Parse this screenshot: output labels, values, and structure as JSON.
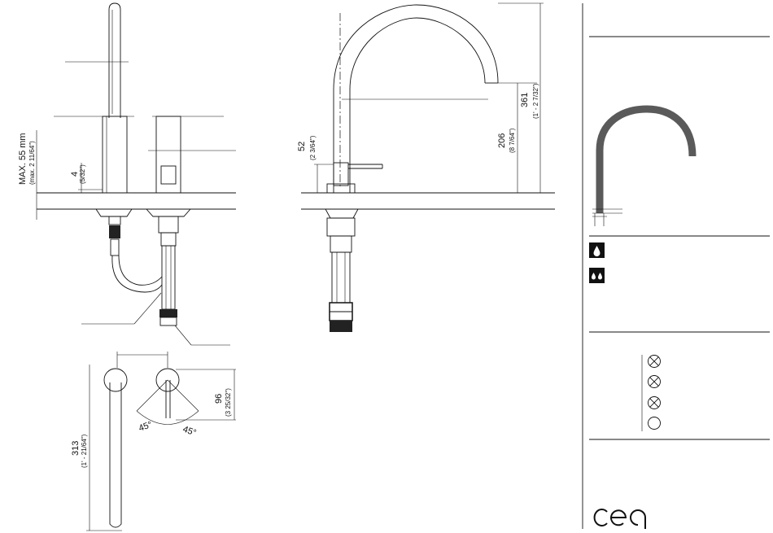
{
  "dims": {
    "max_thickness": "MAX. 55 mm",
    "max_thickness_in": "(max. 2 11/64\")",
    "d4": "4",
    "d4_in": "(5/32\")",
    "d52": "52",
    "d52_in": "(2 3/64\")",
    "d206": "206",
    "d206_in": "(8 7/64\")",
    "d361": "361",
    "d361_in": "(1' - 2 7/32\")",
    "d96": "96",
    "d96_in": "(3 25/32\")",
    "d313": "313",
    "d313_in": "(1' - 21/64\")",
    "angle_left": "45°",
    "angle_right": "45°"
  },
  "legend": {
    "icon_single_drop": "single-drop-icon",
    "icon_double_drop": "double-drop-icon",
    "symbols": [
      "crossed-circle-icon",
      "crossed-circle-icon",
      "crossed-circle-icon",
      "empty-circle-icon"
    ]
  },
  "brand": {
    "logo": "cea"
  },
  "colors": {
    "line": "#111111",
    "spout": "#5a5a5a",
    "background": "#ffffff"
  }
}
